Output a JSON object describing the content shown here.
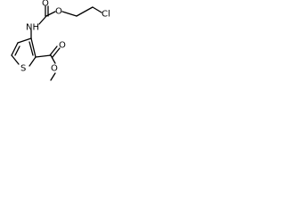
{
  "molecule": {
    "atoms": {
      "cl": "Cl",
      "o_ether_top": "O",
      "o_carbonyl_top": "O",
      "nh": "NH",
      "s": "S",
      "o_carbonyl_bottom": "O",
      "o_ester_bottom": "O"
    }
  }
}
